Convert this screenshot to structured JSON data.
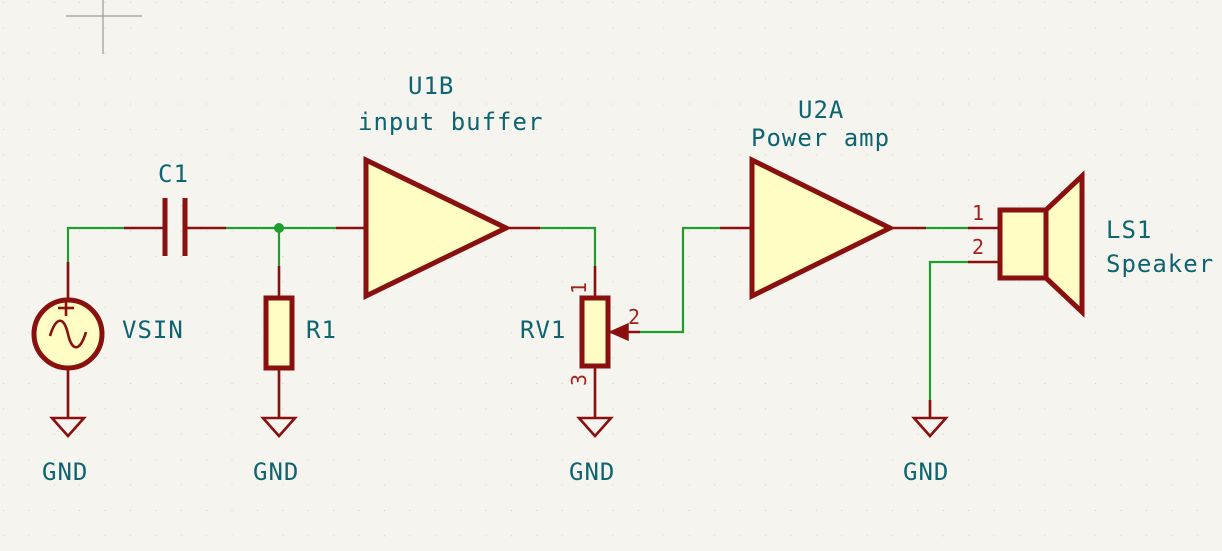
{
  "colors": {
    "background": "#f5f4ef",
    "wire": "#1f9e2f",
    "component": "#8a1010",
    "component_fill": "#fffdc4",
    "label": "#0e6470",
    "pin_number": "#a3211d"
  },
  "components": {
    "vsin": {
      "ref": "VSIN",
      "gnd": "GND"
    },
    "c1": {
      "ref": "C1"
    },
    "r1": {
      "ref": "R1",
      "gnd": "GND"
    },
    "u1b": {
      "ref": "U1B",
      "value": "input buffer"
    },
    "rv1": {
      "ref": "RV1",
      "pin1": "1",
      "pin2": "2",
      "pin3": "3",
      "gnd": "GND"
    },
    "u2a": {
      "ref": "U2A",
      "value": "Power amp"
    },
    "ls1": {
      "ref": "LS1",
      "value": "Speaker",
      "pin1": "1",
      "pin2": "2",
      "gnd": "GND"
    }
  }
}
